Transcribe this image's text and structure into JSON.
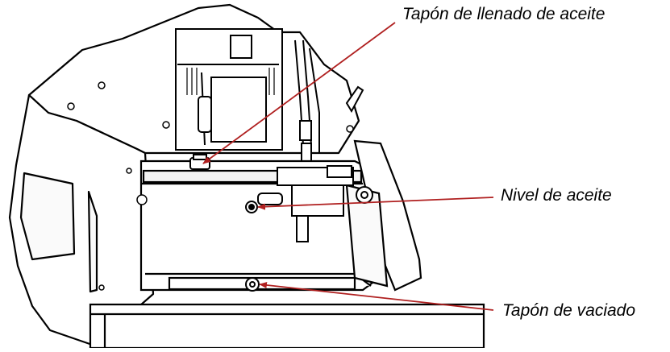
{
  "labels": {
    "fill_plug": "Tapón de llenado de aceite",
    "oil_level": "Nivel de aceite",
    "drain_plug": "Tapón de vaciado"
  },
  "colors": {
    "background": "#ffffff",
    "line_art": "#000000",
    "fill": "#f4f4f4",
    "callout_arrow": "#b02020"
  }
}
